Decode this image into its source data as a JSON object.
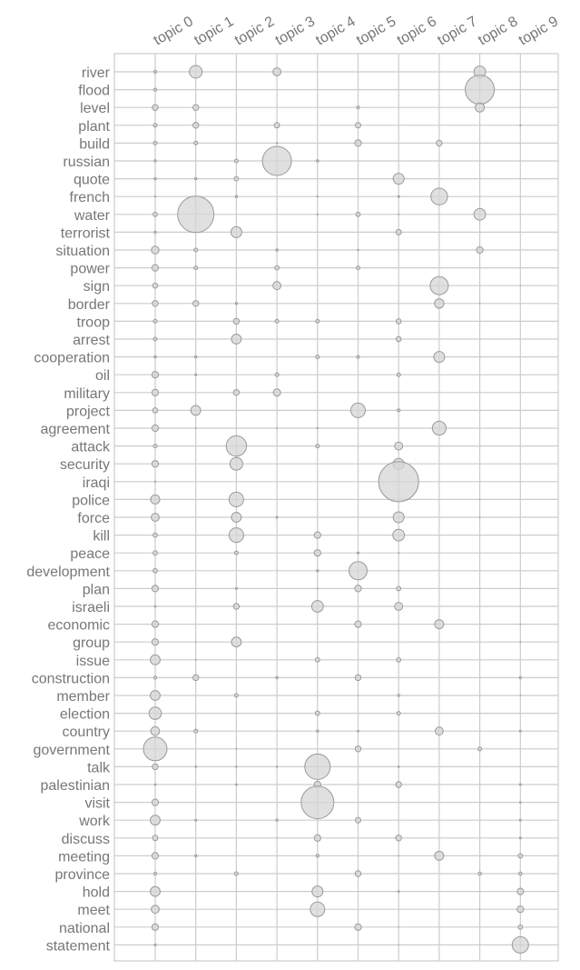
{
  "chart_data": {
    "type": "scatter",
    "title": "",
    "xlabel": "",
    "ylabel": "",
    "grid": true,
    "marker": "bubble",
    "colors": {
      "bubble_fill": "#d6d6d6",
      "bubble_stroke": "#9a9a9a",
      "grid": "#cccccc",
      "label": "#777777"
    },
    "topics": [
      "topic 0",
      "topic 1",
      "topic 2",
      "topic 3",
      "topic 4",
      "topic 5",
      "topic 6",
      "topic 7",
      "topic 8",
      "topic 9"
    ],
    "words": [
      "river",
      "flood",
      "level",
      "plant",
      "build",
      "russian",
      "quote",
      "french",
      "water",
      "terrorist",
      "situation",
      "power",
      "sign",
      "border",
      "troop",
      "arrest",
      "cooperation",
      "oil",
      "military",
      "project",
      "agreement",
      "attack",
      "security",
      "iraqi",
      "police",
      "force",
      "kill",
      "peace",
      "development",
      "plan",
      "israeli",
      "economic",
      "group",
      "issue",
      "construction",
      "member",
      "election",
      "country",
      "government",
      "talk",
      "palestinian",
      "visit",
      "work",
      "discuss",
      "meeting",
      "province",
      "hold",
      "meet",
      "national",
      "statement"
    ],
    "weights": [
      [
        0.8,
        3.5,
        0,
        2.2,
        0,
        0,
        0,
        0,
        3.2,
        0
      ],
      [
        0.8,
        0,
        0,
        0,
        0,
        0,
        0,
        0,
        8.0,
        0
      ],
      [
        1.6,
        1.6,
        0,
        0,
        0,
        0.8,
        0,
        0,
        2.5,
        0
      ],
      [
        1.0,
        1.6,
        0,
        1.5,
        0,
        1.5,
        0,
        0,
        0,
        0.3
      ],
      [
        1.0,
        1.0,
        0,
        0.3,
        0,
        1.8,
        0,
        1.6,
        0,
        0
      ],
      [
        0.6,
        0,
        1.0,
        8.0,
        0.6,
        0,
        0,
        0,
        0,
        0
      ],
      [
        0.6,
        0.6,
        1.2,
        0,
        0,
        0,
        3.0,
        0,
        0,
        0
      ],
      [
        0.3,
        0,
        0.6,
        0,
        0.3,
        0,
        0.5,
        4.6,
        0,
        0
      ],
      [
        1.2,
        10.0,
        0,
        0,
        0.3,
        1.2,
        0.2,
        0,
        3.2,
        0
      ],
      [
        0.6,
        0,
        3.0,
        0,
        0,
        0,
        1.5,
        0,
        0,
        0
      ],
      [
        2.1,
        1.0,
        0,
        0.6,
        0,
        0.3,
        0,
        0,
        1.8,
        0
      ],
      [
        1.8,
        1.0,
        0,
        1.2,
        0,
        1.0,
        0,
        0,
        0,
        0
      ],
      [
        1.4,
        0,
        0,
        2.2,
        0,
        0,
        0,
        5.0,
        0,
        0.1
      ],
      [
        1.6,
        1.6,
        0.6,
        0,
        0,
        0,
        0,
        2.6,
        0.2,
        0
      ],
      [
        1.0,
        0,
        1.6,
        1.0,
        1.0,
        0,
        1.4,
        0,
        0,
        0
      ],
      [
        1.0,
        0,
        2.7,
        0,
        0,
        0,
        1.4,
        0,
        0,
        0
      ],
      [
        0.6,
        0.6,
        0,
        0,
        1.0,
        0.8,
        0,
        3.0,
        0,
        0
      ],
      [
        1.8,
        0.5,
        0,
        1.0,
        0,
        0,
        1.0,
        0,
        0,
        0
      ],
      [
        1.8,
        0,
        1.6,
        2.0,
        0,
        0,
        0,
        0,
        0,
        0
      ],
      [
        1.4,
        2.7,
        0,
        0,
        0,
        4.0,
        0.8,
        0,
        0,
        0
      ],
      [
        1.8,
        0.2,
        0,
        0.2,
        0.3,
        0,
        0,
        3.8,
        0,
        0
      ],
      [
        1.0,
        0,
        5.6,
        0,
        1.0,
        0,
        2.2,
        0,
        0,
        0
      ],
      [
        1.8,
        0,
        3.5,
        0,
        0,
        0,
        3.0,
        0,
        0,
        0
      ],
      [
        0.3,
        0,
        0,
        0,
        0,
        0,
        11.0,
        0,
        0,
        0
      ],
      [
        2.5,
        0,
        4.0,
        0,
        0,
        0,
        0,
        0,
        0.1,
        0
      ],
      [
        2.2,
        0,
        2.7,
        0.5,
        0,
        0,
        3.0,
        0,
        0.2,
        0
      ],
      [
        1.2,
        0,
        4.0,
        0,
        1.8,
        0,
        3.2,
        0,
        0,
        0
      ],
      [
        1.2,
        0,
        1.0,
        0,
        1.8,
        0.5,
        0.2,
        0,
        0,
        0
      ],
      [
        1.2,
        0,
        0,
        0,
        0.6,
        5.0,
        0.1,
        0,
        0,
        0
      ],
      [
        1.8,
        0,
        0.5,
        0,
        0.2,
        1.8,
        1.2,
        0,
        0,
        0
      ],
      [
        0.4,
        0,
        1.6,
        0,
        3.2,
        0,
        2.2,
        0,
        0,
        0
      ],
      [
        1.8,
        0,
        0,
        0,
        0,
        1.8,
        0,
        2.5,
        0,
        0.2
      ],
      [
        1.8,
        0.1,
        2.7,
        0,
        0,
        0,
        0,
        0,
        0,
        0.2
      ],
      [
        2.7,
        0.2,
        0,
        0,
        1.2,
        0,
        1.2,
        0,
        0,
        0
      ],
      [
        0.8,
        1.6,
        0,
        0.6,
        0,
        1.6,
        0,
        0,
        0,
        0.6
      ],
      [
        2.7,
        0,
        1.0,
        0,
        0,
        0.1,
        0.6,
        0,
        0,
        0.2
      ],
      [
        3.4,
        0,
        0.1,
        0,
        1.2,
        0,
        1.0,
        0,
        0,
        0
      ],
      [
        2.4,
        1.0,
        0,
        0,
        0.6,
        0.4,
        0,
        2.2,
        0,
        0.5
      ],
      [
        6.5,
        0,
        0.2,
        0,
        0,
        1.6,
        0,
        0,
        1.0,
        0
      ],
      [
        1.6,
        0.4,
        0.3,
        0.3,
        7.0,
        0,
        0.4,
        0,
        0,
        0
      ],
      [
        0.4,
        0,
        0.4,
        0,
        1.8,
        0,
        1.6,
        0,
        0,
        0.5
      ],
      [
        1.8,
        0,
        0,
        0,
        9.0,
        0,
        0,
        0,
        0,
        0.4
      ],
      [
        2.7,
        0.5,
        0,
        0.6,
        0,
        1.5,
        0,
        0,
        0,
        0.5
      ],
      [
        1.5,
        0,
        0,
        0.1,
        1.8,
        0,
        1.6,
        0,
        0,
        0.5
      ],
      [
        1.8,
        0.6,
        0,
        0,
        0.8,
        0,
        0.2,
        2.5,
        0,
        1.2
      ],
      [
        0.8,
        0,
        1.0,
        0,
        0,
        1.6,
        0,
        0,
        0.9,
        0.9
      ],
      [
        2.7,
        0,
        0,
        0,
        3.0,
        0,
        0.4,
        0,
        0,
        1.8
      ],
      [
        2.2,
        0,
        0,
        0,
        4.0,
        0,
        0,
        0,
        0.1,
        1.8
      ],
      [
        1.8,
        0,
        0,
        0,
        0,
        1.8,
        0.1,
        0,
        0,
        1.2
      ],
      [
        0.5,
        0,
        0,
        0,
        0,
        0,
        0.1,
        0,
        0,
        4.5
      ]
    ]
  }
}
